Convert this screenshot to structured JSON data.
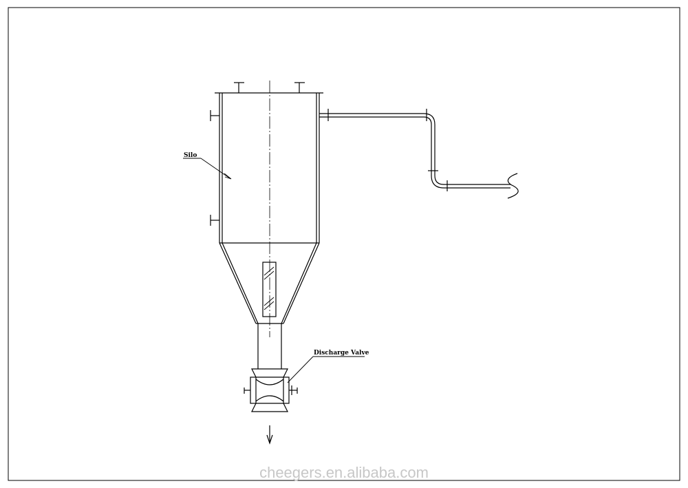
{
  "labels": {
    "silo": "Silo",
    "discharge_valve": "Discharge Valve"
  },
  "watermark": "cheegers.en.alibaba.com",
  "colors": {
    "line": "#000000",
    "watermark": "#c7c7c7",
    "background": "#ffffff"
  }
}
